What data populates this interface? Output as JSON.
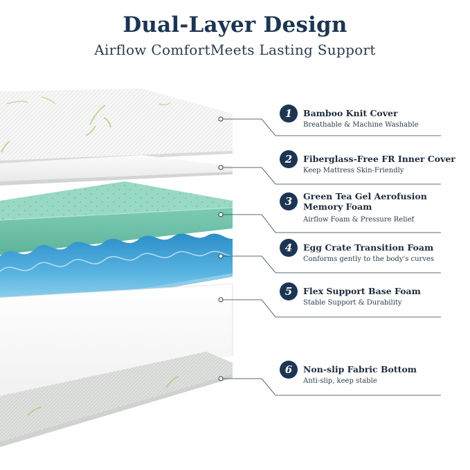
{
  "header": {
    "title": "Dual-Layer Design",
    "subtitle": "Airflow ComfortMeets Lasting Support"
  },
  "colors": {
    "accent_navy": "#1c3552",
    "memory_foam_green": "#8fd3bf",
    "egg_crate_blue": "#4aa9d8",
    "connector_line": "#2a3a4c"
  },
  "layers": [
    {
      "number": "1",
      "name": "Bamboo Knit Cover",
      "description": "Breathable & Machine Washable"
    },
    {
      "number": "2",
      "name": "Fiberglass-Free FR Inner Cover",
      "description": "Keep Mattress Skin-Friendly"
    },
    {
      "number": "3",
      "name": "Green Tea Gel Aerofusion Memory Foam",
      "description": "Airflow Foam & Pressure Relief"
    },
    {
      "number": "4",
      "name": "Egg Crate Transition Foam",
      "description": "Conforms gently to the body's curves"
    },
    {
      "number": "5",
      "name": "Flex Support Base Foam",
      "description": "Stable Support & Durability"
    },
    {
      "number": "6",
      "name": "Non-slip Fabric Bottom",
      "description": "Anti-slip, keep stable"
    }
  ]
}
